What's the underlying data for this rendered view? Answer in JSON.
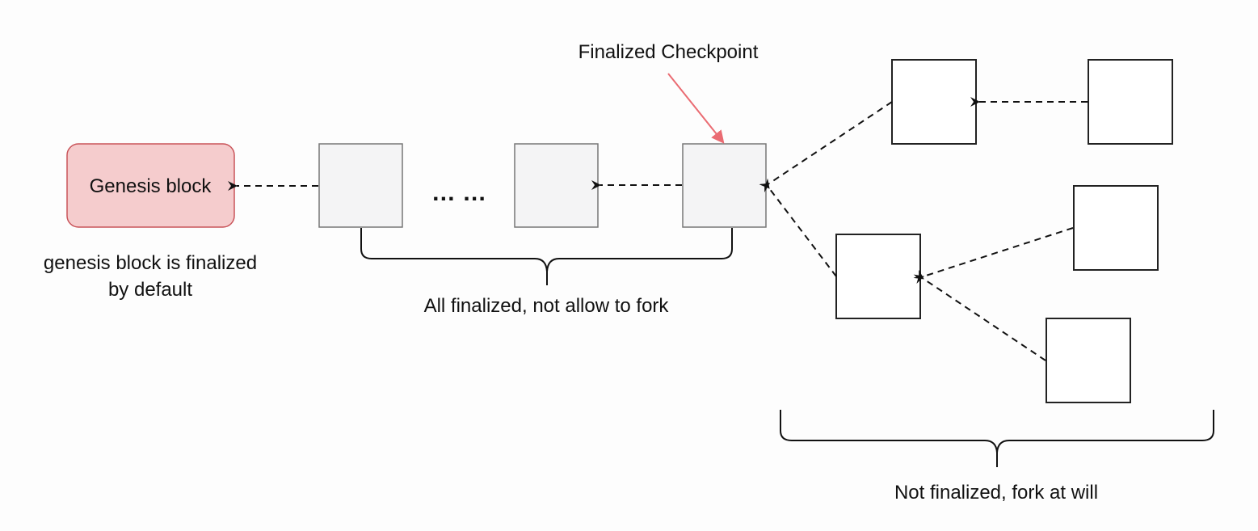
{
  "diagram": {
    "genesis": {
      "label": "Genesis block",
      "caption_line1": "genesis block is finalized",
      "caption_line2": "by default",
      "fill": "#f5cccd",
      "stroke": "#c9545a"
    },
    "ellipsis": "… …",
    "checkpoint_label": "Finalized Checkpoint",
    "checkpoint_arrow_color": "#ea6b72",
    "finalized_block_fill": "#f4f4f5",
    "finalized_brace_label": "All finalized, not allow to fork",
    "unfinalized_brace_label": "Not finalized, fork at will",
    "nodes": [
      "genesis",
      "finalized-1",
      "finalized-2",
      "checkpoint",
      "fork-a-1",
      "fork-a-2",
      "fork-b-1",
      "fork-b-2",
      "fork-b-3"
    ],
    "edges": [
      {
        "from": "finalized-1",
        "to": "genesis"
      },
      {
        "from": "checkpoint",
        "to": "finalized-2"
      },
      {
        "from": "fork-a-1",
        "to": "checkpoint"
      },
      {
        "from": "fork-b-1",
        "to": "checkpoint"
      },
      {
        "from": "fork-a-2",
        "to": "fork-a-1"
      },
      {
        "from": "fork-b-2",
        "to": "fork-b-1"
      },
      {
        "from": "fork-b-3",
        "to": "fork-b-1"
      }
    ]
  }
}
